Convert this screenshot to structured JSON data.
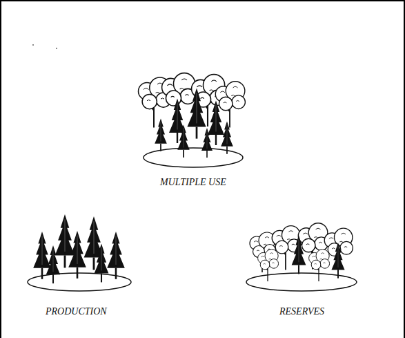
{
  "diagram": {
    "labels": [
      "MULTIPLE USE",
      "PRODUCTION",
      "RESERVES"
    ]
  }
}
